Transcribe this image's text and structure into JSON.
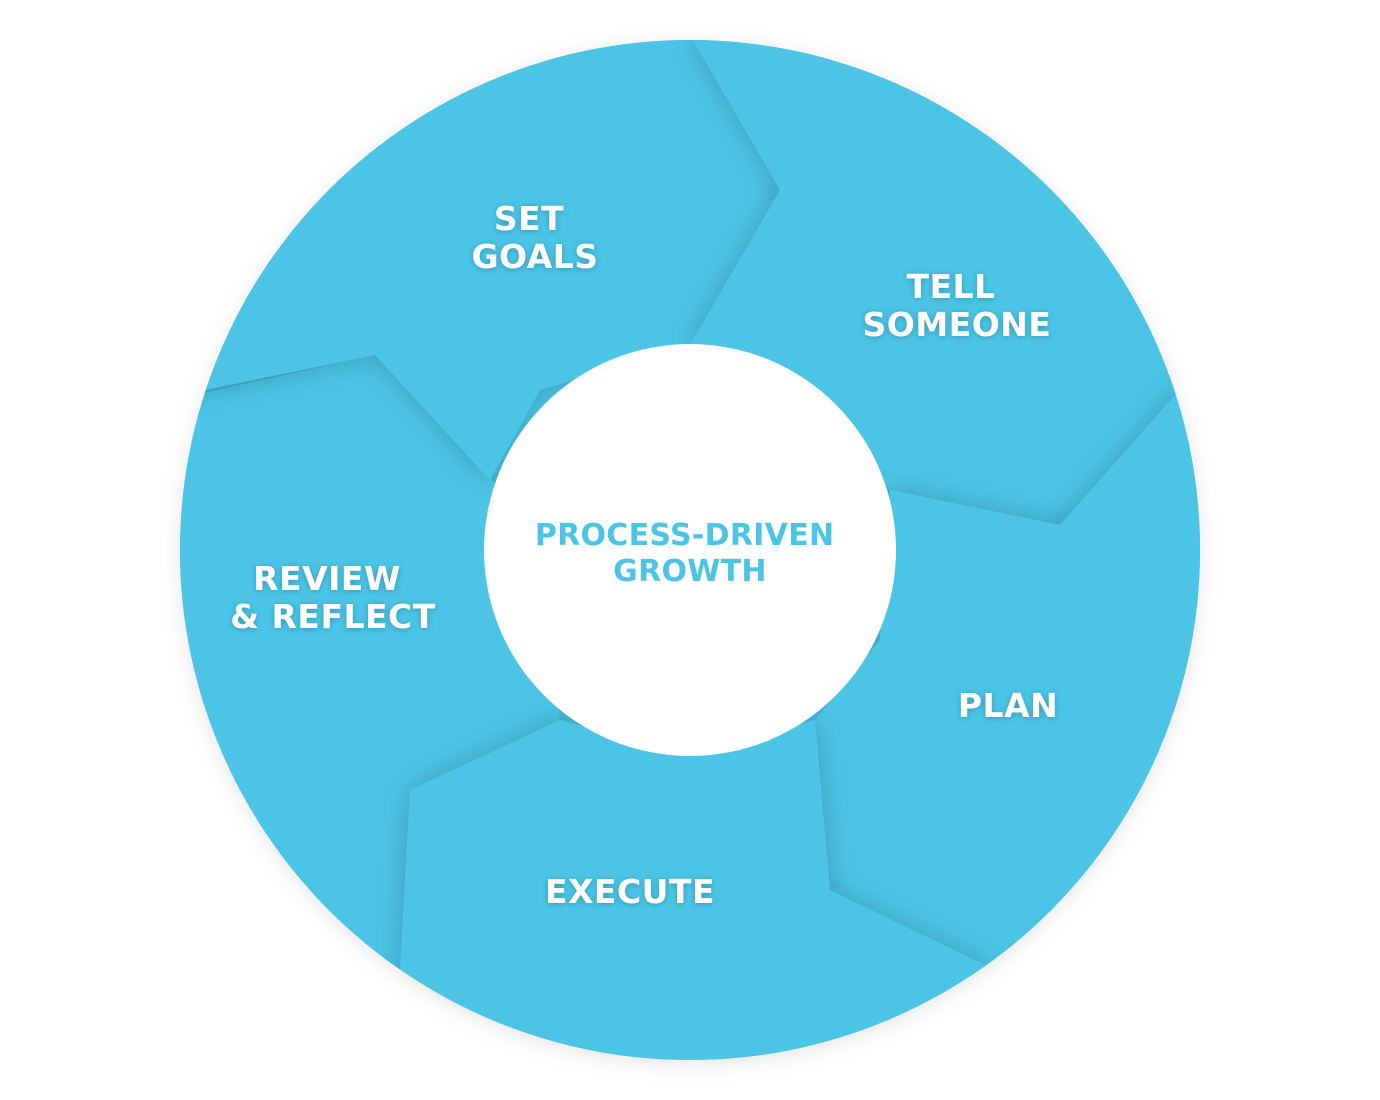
{
  "colors": {
    "ring": "#4bc4e6",
    "center_text": "#4bc4e6",
    "label_text": "#ffffff",
    "background": "#ffffff"
  },
  "diagram": {
    "center": {
      "line1": "PROCESS-DRIVEN",
      "line2": "GROWTH"
    },
    "steps": [
      {
        "id": "set-goals",
        "line1": "SET",
        "line2": "GOALS"
      },
      {
        "id": "tell-someone",
        "line1": "TELL",
        "line2": "SOMEONE"
      },
      {
        "id": "plan",
        "line1": "PLAN",
        "line2": ""
      },
      {
        "id": "execute",
        "line1": "EXECUTE",
        "line2": ""
      },
      {
        "id": "review-reflect",
        "line1": "REVIEW",
        "line2": "& REFLECT"
      }
    ]
  }
}
